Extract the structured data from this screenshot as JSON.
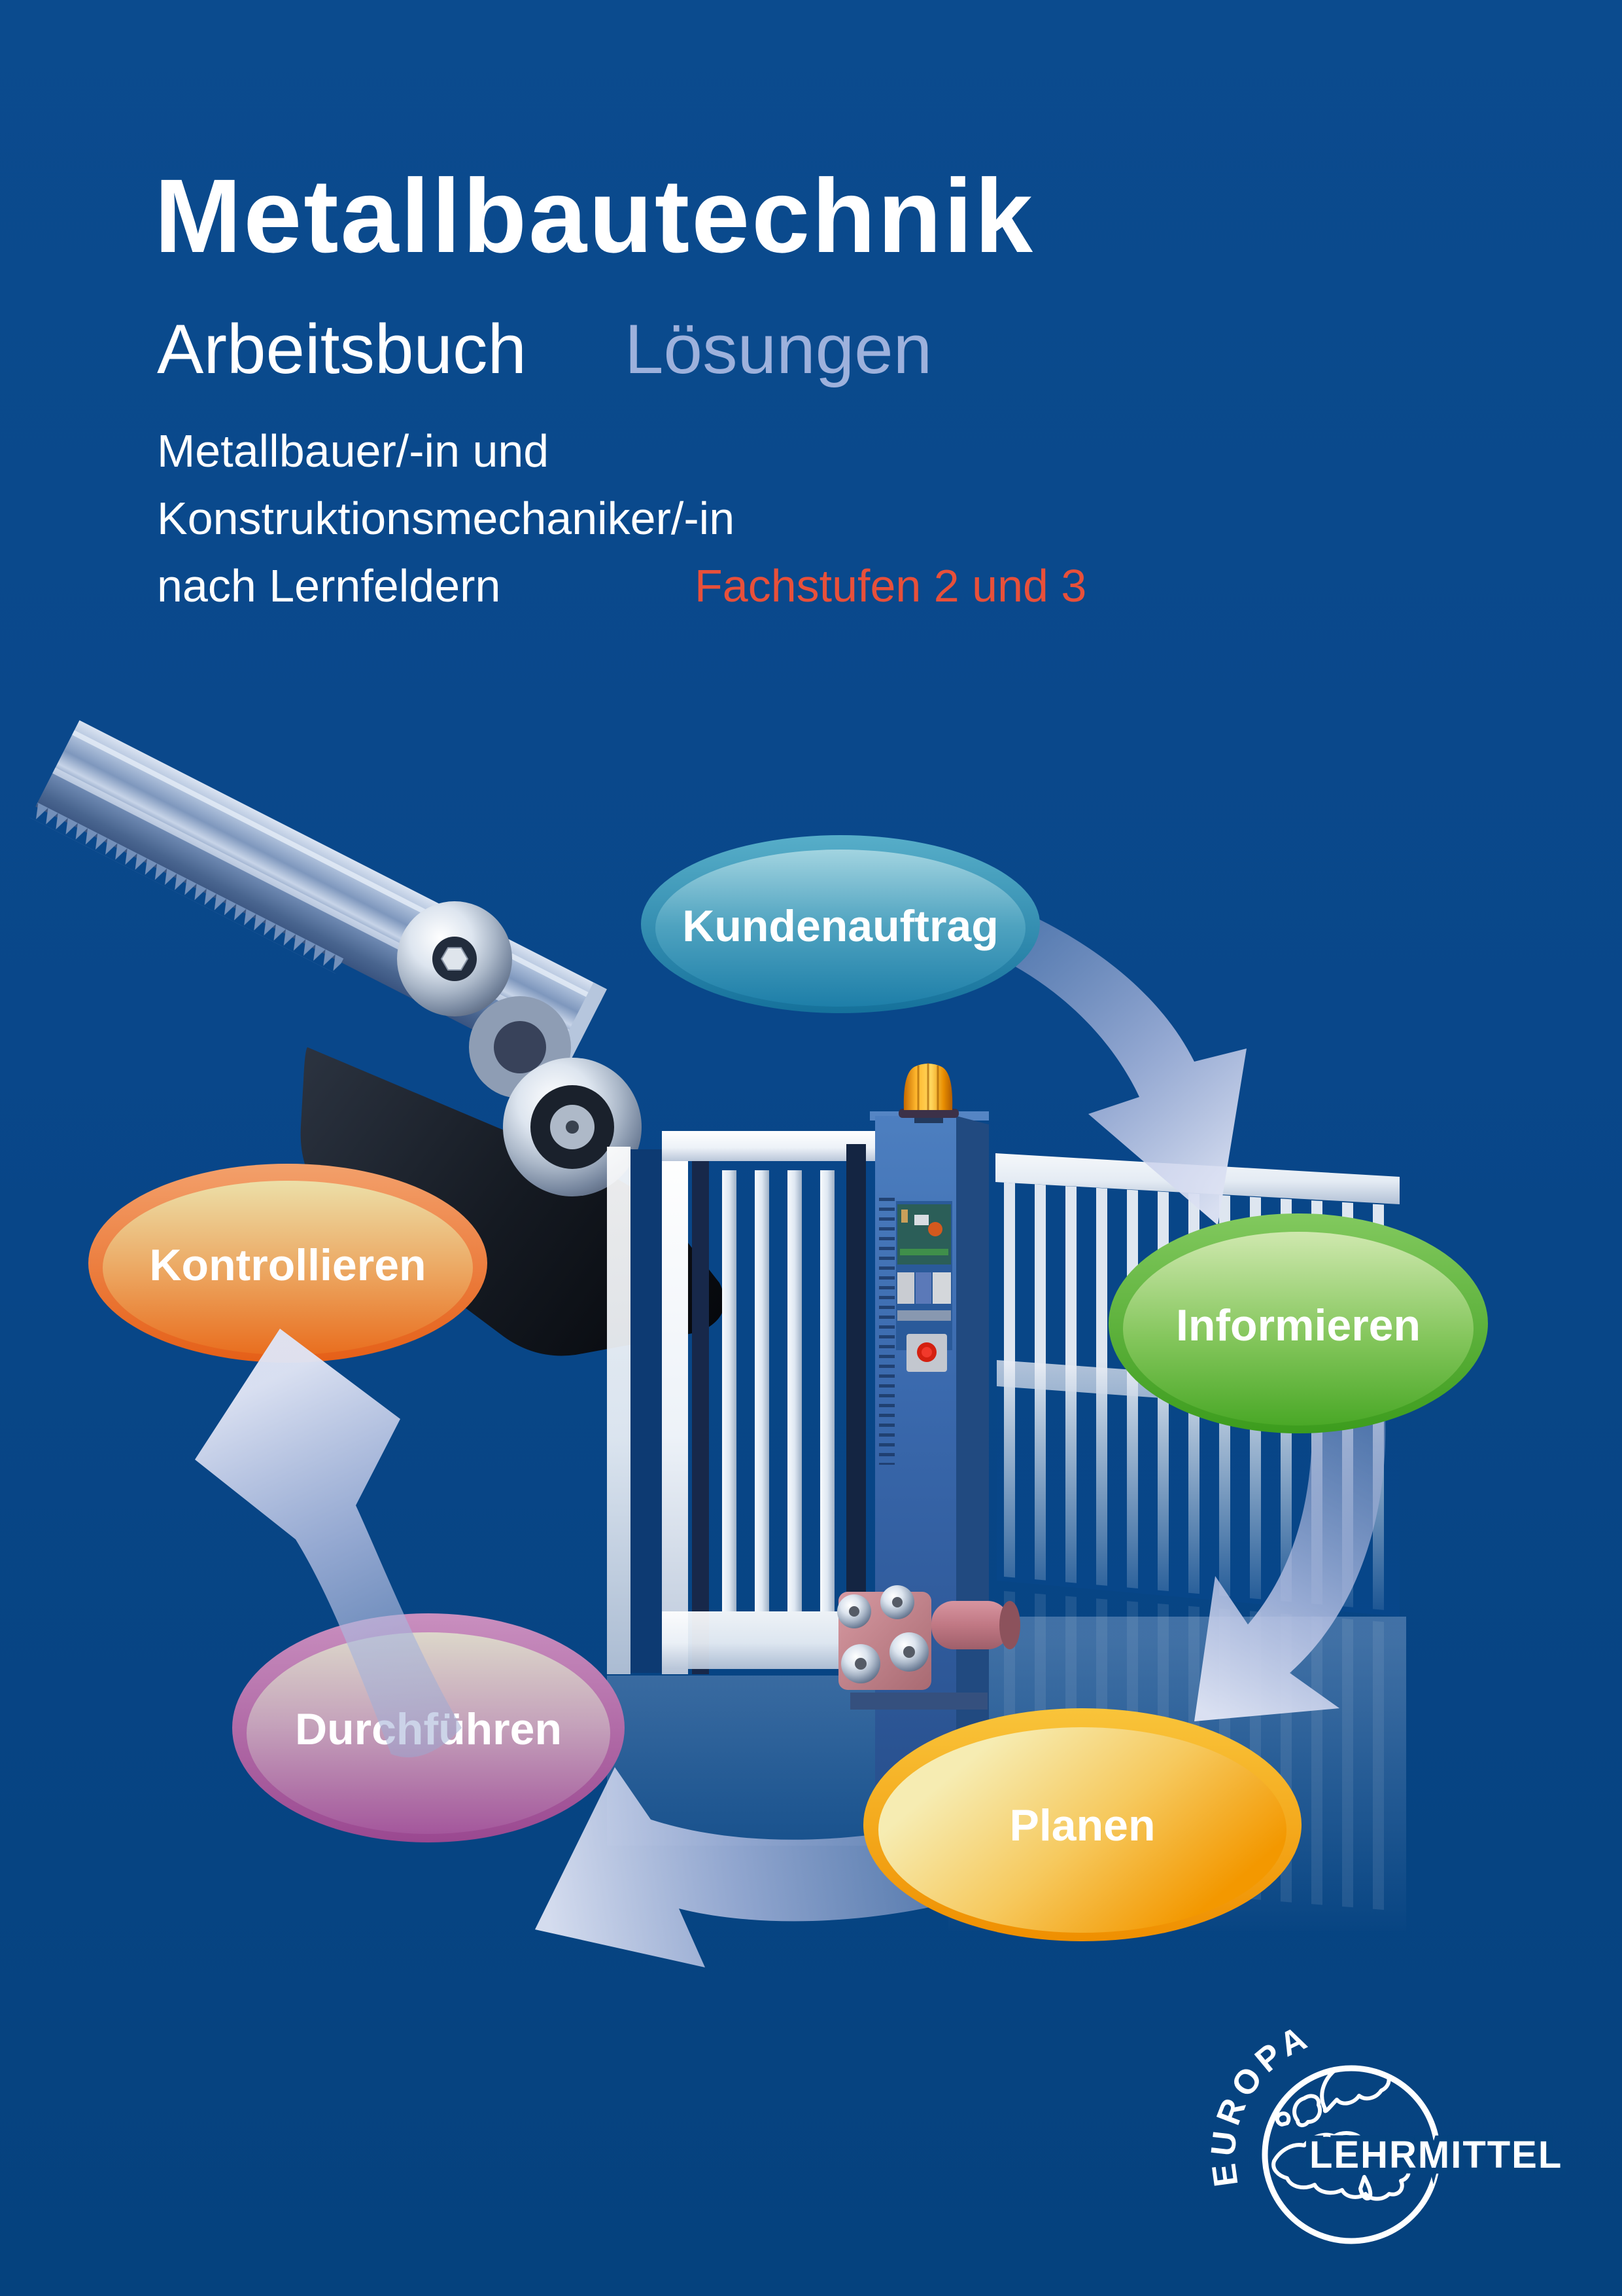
{
  "header": {
    "title": "Metallbautechnik",
    "series": "Arbeitsbuch",
    "edition": "Lösungen",
    "audience_line1": "Metallbauer/-in und",
    "audience_line2": "Konstruktionsmechaniker/-in",
    "audience_line3": "nach Lernfeldern",
    "level": "Fachstufen 2 und 3"
  },
  "diagram": {
    "nodes": [
      {
        "id": "kundenauftrag",
        "label": "Kundenauftrag",
        "color": "#2b87ae"
      },
      {
        "id": "informieren",
        "label": "Informieren",
        "color": "#57b232"
      },
      {
        "id": "planen",
        "label": "Planen",
        "color": "#f5a000"
      },
      {
        "id": "durchfuehren",
        "label": "Durchführen",
        "color": "#a3569b"
      },
      {
        "id": "kontrollieren",
        "label": "Kontrollieren",
        "color": "#ea6d22"
      }
    ],
    "arrow_color": "#b3bee2"
  },
  "publisher": {
    "name_arc": "EUROPA",
    "name_main": "LEHRMITTEL"
  },
  "colors": {
    "background": "#07468a",
    "title_text": "#ffffff",
    "edition_text": "#9db1dc",
    "level_text": "#e8503a"
  },
  "icons": {
    "publisher_logo": "europe-globe-icon",
    "gate_light": "warning-beacon-icon"
  }
}
